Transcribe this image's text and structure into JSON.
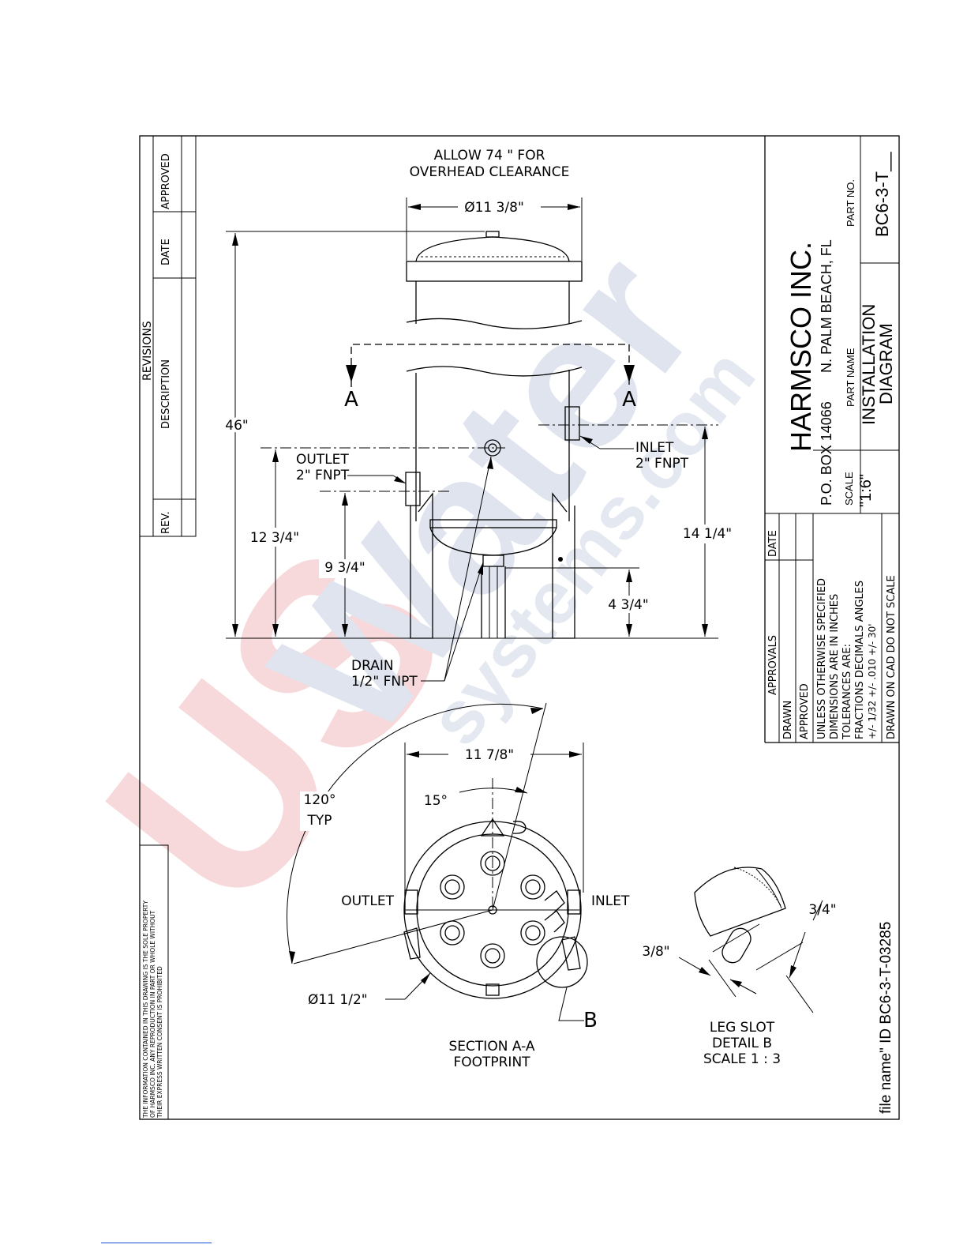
{
  "revisions": {
    "title": "REVISIONS",
    "rev_col": "REV.",
    "description_col": "DESCRIPTION",
    "date_col": "DATE",
    "approved_col": "APPROVED"
  },
  "proprietary_notice": [
    "THE INFORMATION CONTAINED IN THIS DRAWING IS THE SOLE PROPERTY",
    "OF HARMSCO INC. ANY REPRODUCTION IN PART OR WHOLE WITHOUT",
    "THEIR EXPRESS WRITTEN CONSENT IS PROHIBITED"
  ],
  "elevation": {
    "clearance_note": [
      "ALLOW 74 \" FOR",
      "OVERHEAD CLEARANCE"
    ],
    "diameter_top": "Ø11 3/8\"",
    "overall_height": "46\"",
    "outlet_label": [
      "OUTLET",
      "2\" FNPT"
    ],
    "inlet_label": [
      "INLET",
      "2\" FNPT"
    ],
    "outlet_height": "12 3/4\"",
    "leg_height": "9 3/4\"",
    "inlet_height": "14 1/4\"",
    "drain_height": "4 3/4\"",
    "drain_label": [
      "DRAIN",
      "1/2\" FNPT"
    ],
    "section_marker": "A"
  },
  "section": {
    "width": "11 7/8\"",
    "angle_typ": [
      "120°",
      "TYP"
    ],
    "angle_small": "15°",
    "outlet": "OUTLET",
    "inlet": "INLET",
    "diameter": "Ø11 1/2\"",
    "detail_marker": "B",
    "caption": [
      "SECTION A-A",
      "FOOTPRINT"
    ]
  },
  "detail": {
    "slot_length": "3/4\"",
    "slot_width": "3/8\"",
    "caption": [
      "LEG SLOT",
      "DETAIL B",
      "SCALE 1 : 3"
    ]
  },
  "title_block": {
    "company": "HARMSCO INC.",
    "address": "P.O. BOX 14066",
    "city": "N. PALM BEACH, FL",
    "part_no_label": "PART NO.",
    "part_no": "BC6-3-T__",
    "part_name_label": "PART NAME",
    "part_name": [
      "INSTALLATION",
      "DIAGRAM"
    ],
    "scale_label": "SCALE",
    "scale": "\"1:6\"",
    "approvals": "APPROVALS",
    "date": "DATE",
    "drawn": "DRAWN",
    "approved": "APPROVED",
    "tolerances": [
      "UNLESS OTHERWISE SPECIFIED",
      "DIMENSIONS ARE IN INCHES",
      "TOLERANCES ARE:",
      "FRACTIONS DECIMALS    ANGLES",
      "+/- 1/32       +/- .010       +/- 30'"
    ],
    "cad_note": "DRAWN ON CAD DO NOT SCALE"
  },
  "file_name": "file name\" ID BC6-3-T-03285",
  "watermark": [
    "US",
    "Water",
    "systems.com"
  ],
  "colors": {
    "watermark_red": "#f7d9dc",
    "watermark_blue": "#dfe4ef"
  }
}
